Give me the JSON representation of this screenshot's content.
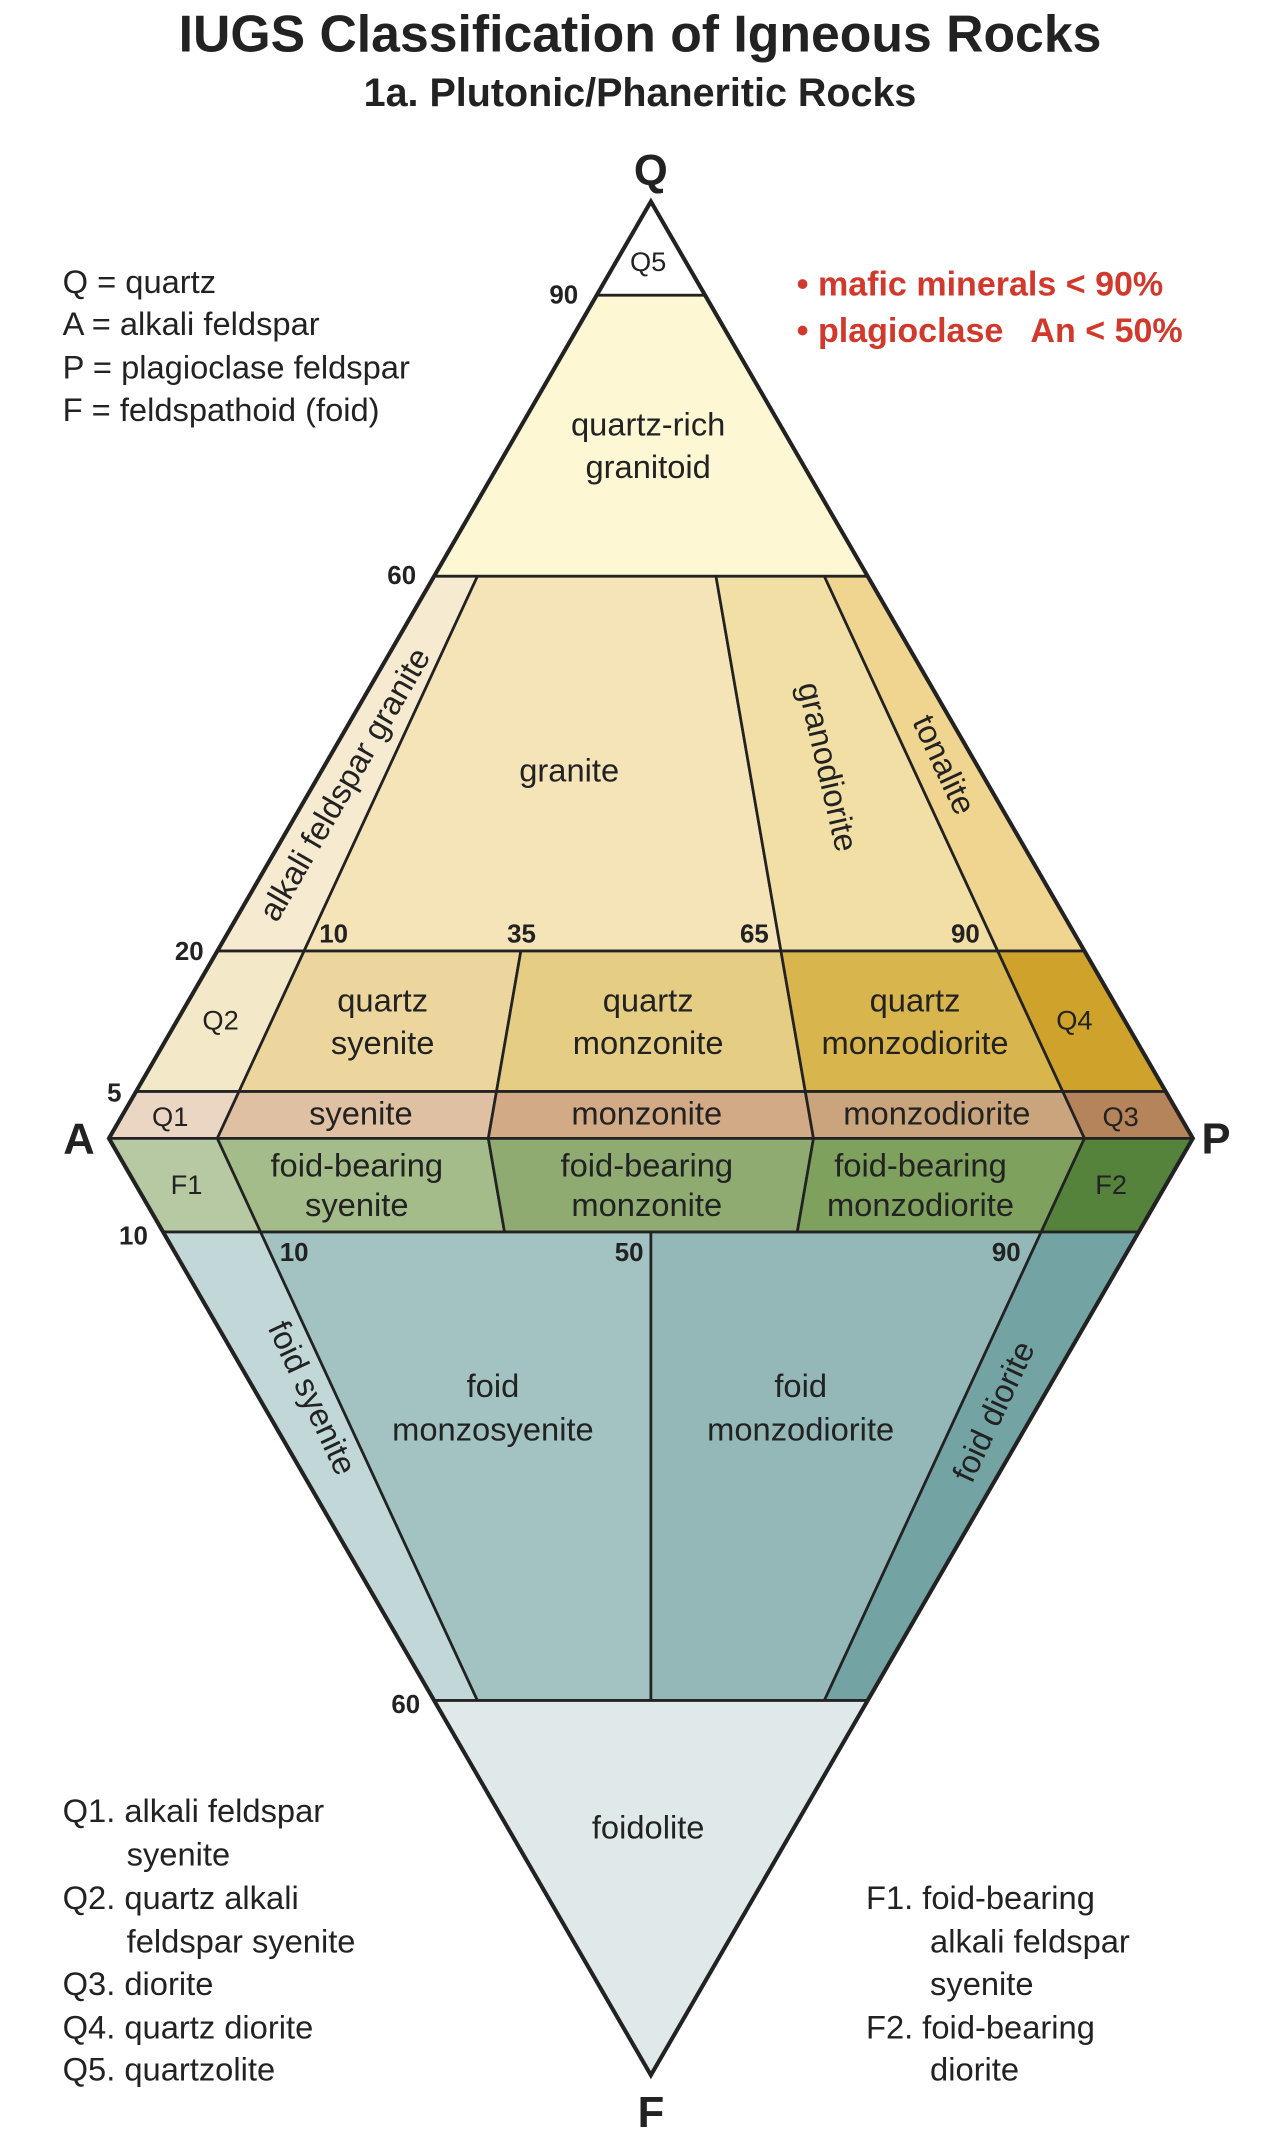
{
  "title": "IUGS Classification of Igneous Rocks",
  "subtitle": "1a. Plutonic/Phaneritic Rocks",
  "vertices": {
    "Q": "Q",
    "A": "A",
    "P": "P",
    "F": "F"
  },
  "key": [
    "Q = quartz",
    "A = alkali feldspar",
    "P = plagioclase feldspar",
    "F = feldspathoid (foid)"
  ],
  "conditions": [
    "• mafic minerals < 90%",
    "• plagioclase   An < 50%"
  ],
  "ticks": {
    "q90": "90",
    "q60": "60",
    "q20": "20",
    "q5": "5",
    "r10": "10",
    "r35": "35",
    "r65": "65",
    "r90": "90",
    "f10": "10",
    "fr10": "10",
    "fr50": "50",
    "fr90": "90",
    "f60": "60"
  },
  "regions": [
    {
      "id": "Q5",
      "zone": "upper",
      "q": [
        0.9,
        1
      ],
      "r": [
        0,
        1
      ],
      "color": "#ffffff",
      "label": [
        "Q5"
      ]
    },
    {
      "id": "quartz-rich-granitoid",
      "zone": "upper",
      "q": [
        0.6,
        0.9
      ],
      "r": [
        0,
        1
      ],
      "color": "#fdf7d4",
      "label": [
        "quartz-rich",
        "granitoid"
      ]
    },
    {
      "id": "alkali-feldspar-granite",
      "zone": "upper",
      "q": [
        0.2,
        0.6
      ],
      "r": [
        0,
        0.1
      ],
      "color": "#f6ead0",
      "label": [
        "alkali feldspar granite"
      ]
    },
    {
      "id": "granite",
      "zone": "upper",
      "q": [
        0.2,
        0.6
      ],
      "r": [
        0.1,
        0.65
      ],
      "color": "#f4e4b8",
      "label": [
        "granite"
      ]
    },
    {
      "id": "granodiorite",
      "zone": "upper",
      "q": [
        0.2,
        0.6
      ],
      "r": [
        0.65,
        0.9
      ],
      "color": "#f1dfa6",
      "label": [
        "granodiorite"
      ]
    },
    {
      "id": "tonalite",
      "zone": "upper",
      "q": [
        0.2,
        0.6
      ],
      "r": [
        0.9,
        1
      ],
      "color": "#efd58f",
      "label": [
        "tonalite"
      ]
    },
    {
      "id": "Q2",
      "zone": "upper",
      "q": [
        0.05,
        0.2
      ],
      "r": [
        0,
        0.1
      ],
      "color": "#f3e9c8",
      "label": [
        "Q2"
      ]
    },
    {
      "id": "quartz-syenite",
      "zone": "upper",
      "q": [
        0.05,
        0.2
      ],
      "r": [
        0.1,
        0.35
      ],
      "color": "#ecd69e",
      "label": [
        "quartz",
        "syenite"
      ]
    },
    {
      "id": "quartz-monzonite",
      "zone": "upper",
      "q": [
        0.05,
        0.2
      ],
      "r": [
        0.35,
        0.65
      ],
      "color": "#e6cd84",
      "label": [
        "quartz",
        "monzonite"
      ]
    },
    {
      "id": "quartz-monzodiorite",
      "zone": "upper",
      "q": [
        0.05,
        0.2
      ],
      "r": [
        0.65,
        0.9
      ],
      "color": "#d9b54d",
      "label": [
        "quartz",
        "monzodiorite"
      ]
    },
    {
      "id": "Q4",
      "zone": "upper",
      "q": [
        0.05,
        0.2
      ],
      "r": [
        0.9,
        1
      ],
      "color": "#cfa22c",
      "label": [
        "Q4"
      ]
    },
    {
      "id": "Q1",
      "zone": "upper",
      "q": [
        0,
        0.05
      ],
      "r": [
        0,
        0.1
      ],
      "color": "#ebd6c4",
      "label": [
        "Q1"
      ]
    },
    {
      "id": "syenite",
      "zone": "upper",
      "q": [
        0,
        0.05
      ],
      "r": [
        0.1,
        0.35
      ],
      "color": "#dfc0a2",
      "label": [
        "syenite"
      ]
    },
    {
      "id": "monzonite",
      "zone": "upper",
      "q": [
        0,
        0.05
      ],
      "r": [
        0.35,
        0.65
      ],
      "color": "#d2ab86",
      "label": [
        "monzonite"
      ]
    },
    {
      "id": "monzodiorite",
      "zone": "upper",
      "q": [
        0,
        0.05
      ],
      "r": [
        0.65,
        0.9
      ],
      "color": "#c9a47c",
      "label": [
        "monzodiorite"
      ]
    },
    {
      "id": "Q3",
      "zone": "upper",
      "q": [
        0,
        0.05
      ],
      "r": [
        0.9,
        1
      ],
      "color": "#b6845a",
      "label": [
        "Q3"
      ]
    },
    {
      "id": "F1",
      "zone": "lower",
      "q": [
        0,
        0.1
      ],
      "r": [
        0,
        0.1
      ],
      "color": "#b6c9a3",
      "label": [
        "F1"
      ]
    },
    {
      "id": "foid-bearing-syenite",
      "zone": "lower",
      "q": [
        0,
        0.1
      ],
      "r": [
        0.1,
        0.35
      ],
      "color": "#a3bc8a",
      "label": [
        "foid-bearing",
        "syenite"
      ]
    },
    {
      "id": "foid-bearing-monzonite",
      "zone": "lower",
      "q": [
        0,
        0.1
      ],
      "r": [
        0.35,
        0.65
      ],
      "color": "#8fab72",
      "label": [
        "foid-bearing",
        "monzonite"
      ]
    },
    {
      "id": "foid-bearing-monzodiorite",
      "zone": "lower",
      "q": [
        0,
        0.1
      ],
      "r": [
        0.65,
        0.9
      ],
      "color": "#7fa15e",
      "label": [
        "foid-bearing",
        "monzodiorite"
      ]
    },
    {
      "id": "F2",
      "zone": "lower",
      "q": [
        0,
        0.1
      ],
      "r": [
        0.9,
        1
      ],
      "color": "#56833b",
      "label": [
        "F2"
      ]
    },
    {
      "id": "foid-syenite",
      "zone": "lower",
      "q": [
        0.1,
        0.6
      ],
      "r": [
        0,
        0.1
      ],
      "color": "#c2d7d8",
      "label": [
        "foid syenite"
      ]
    },
    {
      "id": "foid-monzosyenite",
      "zone": "lower",
      "q": [
        0.1,
        0.6
      ],
      "r": [
        0.1,
        0.5
      ],
      "color": "#a3c3c3",
      "label": [
        "foid",
        "monzosyenite"
      ]
    },
    {
      "id": "foid-monzodiorite",
      "zone": "lower",
      "q": [
        0.1,
        0.6
      ],
      "r": [
        0.5,
        0.9
      ],
      "color": "#94b8b8",
      "label": [
        "foid",
        "monzodiorite"
      ]
    },
    {
      "id": "foid-diorite",
      "zone": "lower",
      "q": [
        0.1,
        0.6
      ],
      "r": [
        0.9,
        1
      ],
      "color": "#74a3a3",
      "label": [
        "foid diorite"
      ]
    },
    {
      "id": "foidolite",
      "zone": "lower",
      "q": [
        0.6,
        1
      ],
      "r": [
        0,
        1
      ],
      "color": "#dfe9ea",
      "label": [
        "foidolite"
      ]
    }
  ],
  "notes_q": [
    "Q1. alkali feldspar",
    "syenite",
    "Q2. quartz alkali",
    "feldspar syenite",
    "Q3. diorite",
    "Q4. quartz diorite",
    "Q5. quartzolite"
  ],
  "notes_f": [
    "F1. foid-bearing",
    "alkali feldspar",
    "syenite",
    "F2. foid-bearing",
    "diorite"
  ]
}
